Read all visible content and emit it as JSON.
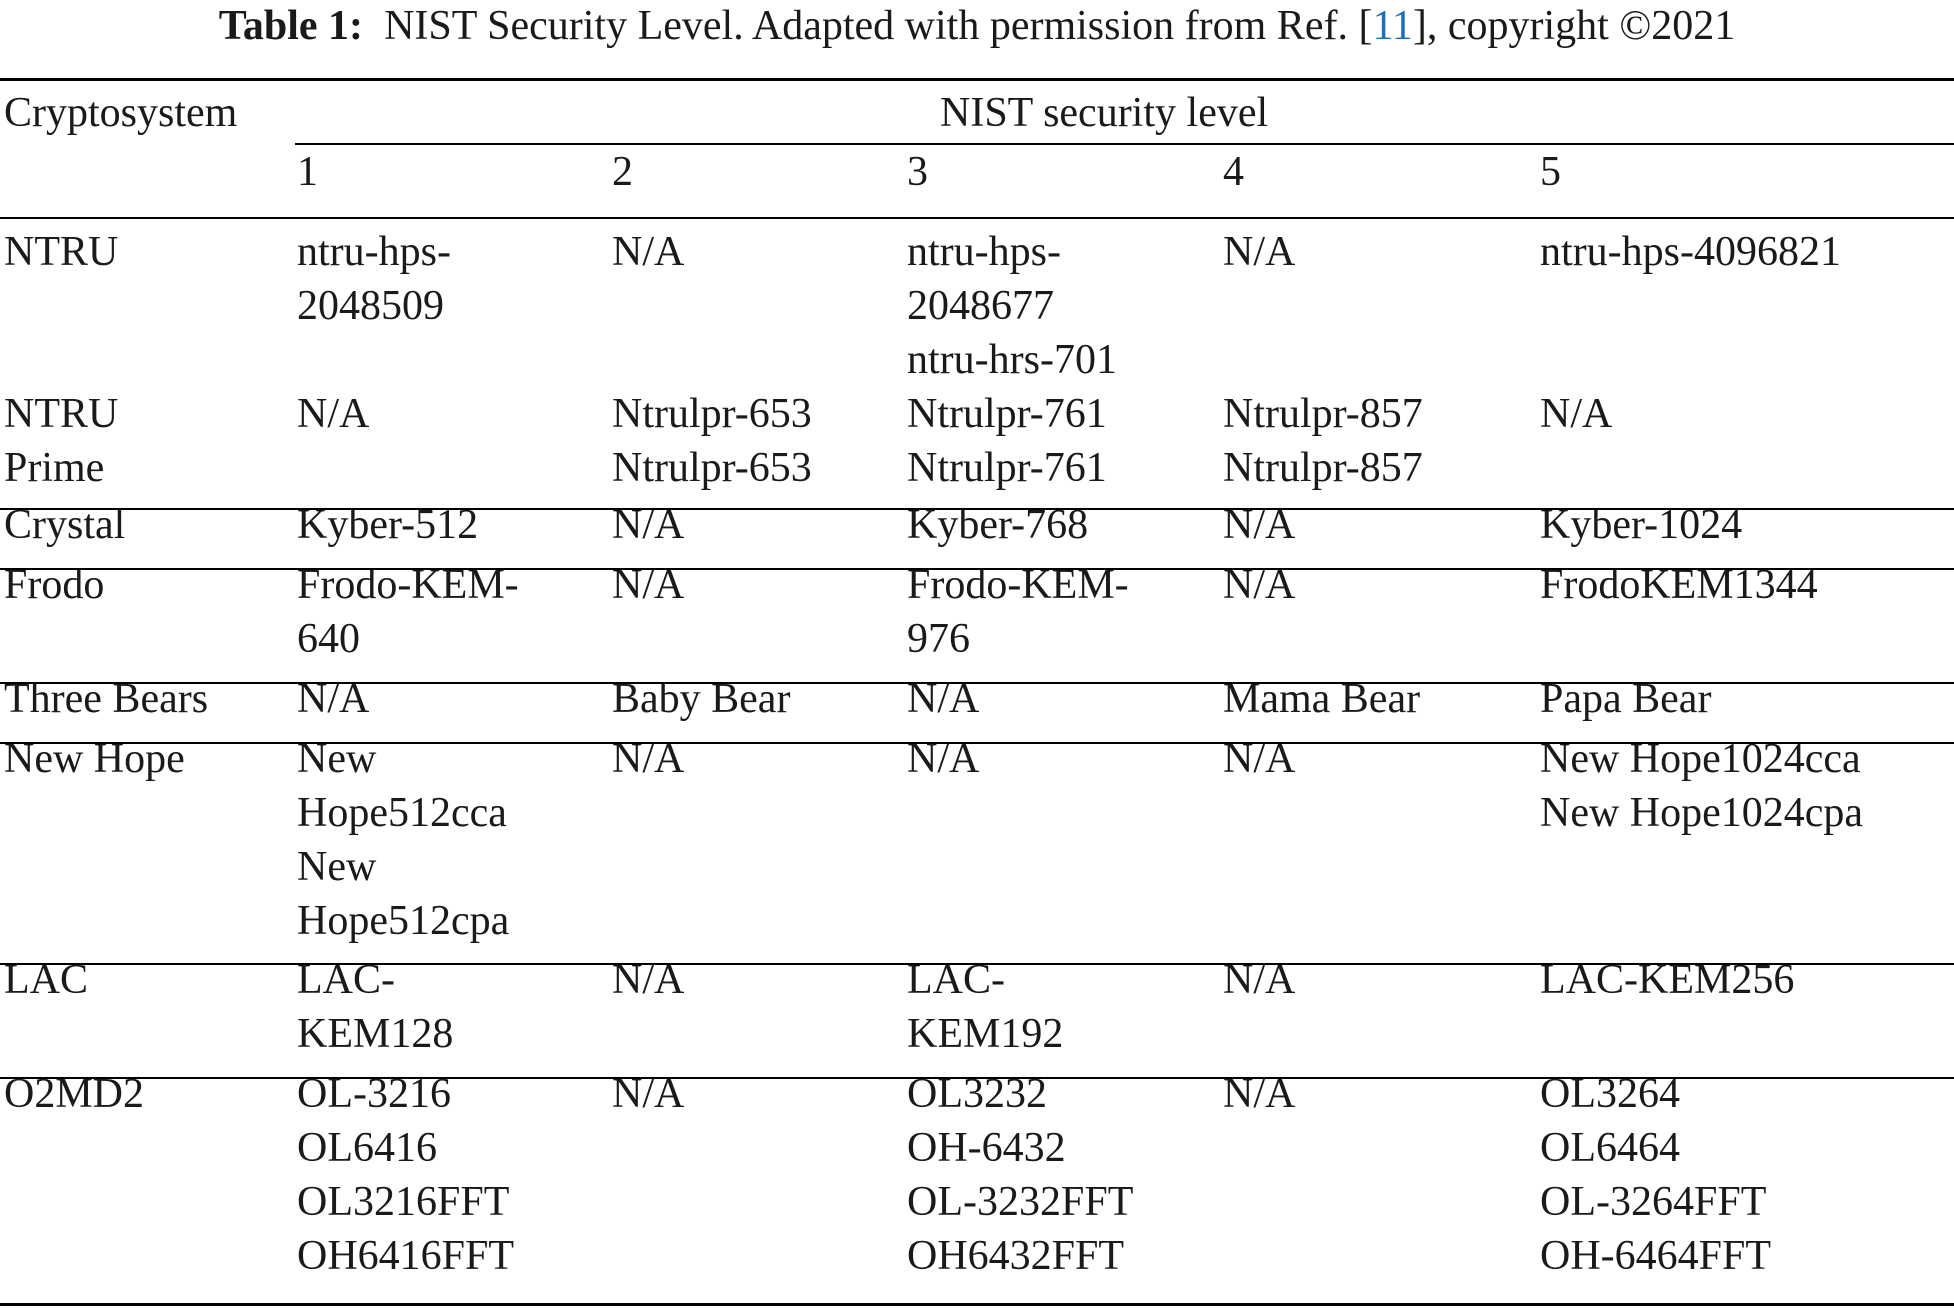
{
  "caption": {
    "label": "Table 1:",
    "text_before_ref": "NIST Security Level. Adapted with permission from Ref. [",
    "ref": "11",
    "text_after_ref": "], copyright ©2021"
  },
  "table": {
    "row_header_label": "Cryptosystem",
    "group_header": "NIST security level",
    "levels": [
      "1",
      "2",
      "3",
      "4",
      "5"
    ],
    "rows": [
      {
        "name": [
          "NTRU"
        ],
        "cells": [
          [
            "ntru-hps-",
            "2048509"
          ],
          [
            "N/A"
          ],
          [
            "ntru-hps-",
            "2048677",
            "ntru-hrs-701"
          ],
          [
            "N/A"
          ],
          [
            "ntru-hps-4096821"
          ]
        ]
      },
      {
        "name": [
          "NTRU",
          "Prime"
        ],
        "cells": [
          [
            "N/A"
          ],
          [
            "Ntrulpr-653",
            "Ntrulpr-653"
          ],
          [
            "Ntrulpr-761",
            "Ntrulpr-761"
          ],
          [
            "Ntrulpr-857",
            "Ntrulpr-857"
          ],
          [
            "N/A"
          ]
        ]
      },
      {
        "name": [
          "Crystal"
        ],
        "cells": [
          [
            "Kyber-512"
          ],
          [
            "N/A"
          ],
          [
            "Kyber-768"
          ],
          [
            "N/A"
          ],
          [
            "Kyber-1024"
          ]
        ]
      },
      {
        "name": [
          "Frodo"
        ],
        "cells": [
          [
            "Frodo-KEM-",
            "640"
          ],
          [
            "N/A"
          ],
          [
            "Frodo-KEM-",
            "976"
          ],
          [
            "N/A"
          ],
          [
            "FrodoKEM1344"
          ]
        ]
      },
      {
        "name": [
          "Three Bears"
        ],
        "cells": [
          [
            "N/A"
          ],
          [
            "Baby Bear"
          ],
          [
            "N/A"
          ],
          [
            "Mama Bear"
          ],
          [
            "Papa Bear"
          ]
        ]
      },
      {
        "name": [
          "New Hope"
        ],
        "cells": [
          [
            "New",
            "Hope512cca",
            "New",
            "Hope512cpa"
          ],
          [
            "N/A"
          ],
          [
            "N/A"
          ],
          [
            "N/A"
          ],
          [
            "New Hope1024cca",
            "New Hope1024cpa"
          ]
        ]
      },
      {
        "name": [
          "LAC"
        ],
        "cells": [
          [
            "LAC-",
            "KEM128"
          ],
          [
            "N/A"
          ],
          [
            "LAC-",
            "KEM192"
          ],
          [
            "N/A"
          ],
          [
            "LAC-KEM256"
          ]
        ]
      },
      {
        "name": [
          "O2MD2"
        ],
        "cells": [
          [
            "OL-3216",
            "OL6416",
            "OL3216FFT",
            "OH6416FFT"
          ],
          [
            "N/A"
          ],
          [
            "OL3232",
            "OH-6432",
            "OL-3232FFT",
            "OH6432FFT"
          ],
          [
            "N/A"
          ],
          [
            "OL3264",
            "OL6464",
            "OL-3264FFT",
            "OH-6464FFT"
          ]
        ]
      }
    ]
  }
}
